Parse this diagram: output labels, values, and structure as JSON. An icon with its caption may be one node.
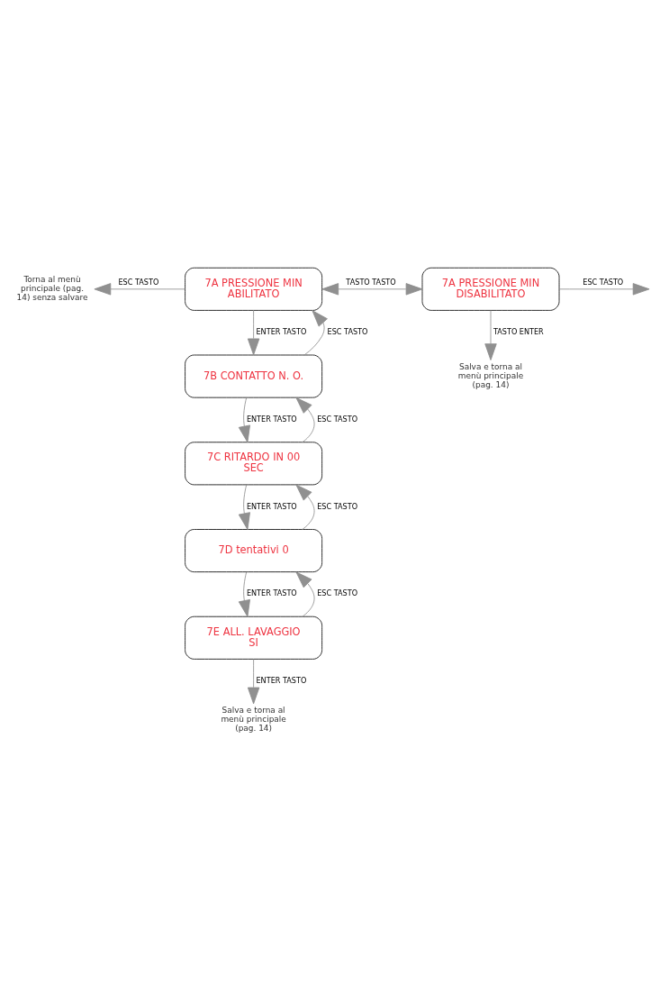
{
  "diagram": {
    "nodes": [
      {
        "text": [
          "Torna al menù principale (pag. 14) senza salvare"
        ]
      },
      {
        "text": [
          "7A PRESSIONE MIN ABILITATO"
        ]
      },
      {
        "text": [
          "7A PRESSIONE MIN DISABILITATO"
        ]
      },
      {
        "text": [
          "Salva e torna al menù principale (pag. 14)"
        ]
      },
      {
        "text": [
          "7B CONTATTO N. O."
        ]
      },
      {
        "text": [
          "7C RITARDO IN 00 SEC"
        ]
      },
      {
        "text": [
          "7D tentativi 0"
        ]
      },
      {
        "text": [
          "7E ALL. LAVAGGIO SI"
        ]
      },
      {
        "text": [
          "Salva e torna al menù principale (pag. 14)"
        ]
      }
    ],
    "edges": [
      {
        "from": 1,
        "to": 0,
        "arrow": "to",
        "label": "ESC TASTO"
      },
      {
        "from": 2,
        "to": null,
        "arrow": "to",
        "label": "ESC TASTO"
      },
      {
        "from": 1,
        "to": 2,
        "arrow": "both",
        "label": "TASTO TASTO"
      },
      {
        "from": 2,
        "to": 3,
        "arrow": "to",
        "label": "TASTO ENTER"
      },
      {
        "from": 4,
        "to": 1,
        "arrow": "to",
        "label": "ESC TASTO"
      },
      {
        "from": 1,
        "to": 4,
        "arrow": "to",
        "label": "ENTER TASTO"
      },
      {
        "from": 5,
        "to": 4,
        "arrow": "to",
        "label": "ESC TASTO"
      },
      {
        "from": 4,
        "to": 5,
        "arrow": "to",
        "label": "ENTER TASTO"
      },
      {
        "from": 6,
        "to": 5,
        "arrow": "to",
        "label": "ESC TASTO"
      },
      {
        "from": 5,
        "to": 6,
        "arrow": "to",
        "label": "ENTER TASTO"
      },
      {
        "from": 7,
        "to": 6,
        "arrow": "to",
        "label": "ESC TASTO"
      },
      {
        "from": 6,
        "to": 7,
        "arrow": "to",
        "label": "ENTER TASTO"
      },
      {
        "from": 7,
        "to": 8,
        "arrow": "to",
        "label": "ENTER TASTO"
      }
    ]
  }
}
